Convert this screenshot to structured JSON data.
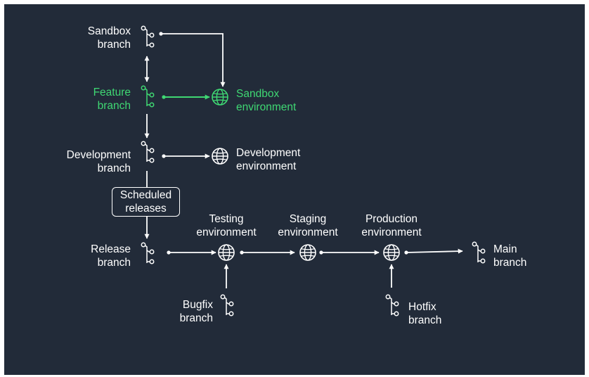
{
  "colors": {
    "background": "#222b39",
    "line": "#ffffff",
    "highlight": "#3fd873"
  },
  "icons": {
    "branch": "git-branch-icon",
    "environment": "globe-icon"
  },
  "branches": {
    "sandbox": [
      "Sandbox",
      "branch"
    ],
    "feature": [
      "Feature",
      "branch"
    ],
    "development": [
      "Development",
      "branch"
    ],
    "release": [
      "Release",
      "branch"
    ],
    "bugfix": [
      "Bugfix",
      "branch"
    ],
    "hotfix": [
      "Hotfix",
      "branch"
    ],
    "main": [
      "Main",
      "branch"
    ]
  },
  "environments": {
    "sandbox": [
      "Sandbox",
      "environment"
    ],
    "development": [
      "Development",
      "environment"
    ],
    "testing": [
      "Testing",
      "environment"
    ],
    "staging": [
      "Staging",
      "environment"
    ],
    "production": [
      "Production",
      "environment"
    ]
  },
  "scheduled_releases": [
    "Scheduled",
    "releases"
  ],
  "flows": [
    {
      "from": "Sandbox branch",
      "to": "Sandbox environment"
    },
    {
      "from": "Sandbox branch",
      "to": "Feature branch",
      "bidirectional": true
    },
    {
      "from": "Feature branch",
      "to": "Sandbox environment",
      "highlighted": true
    },
    {
      "from": "Feature branch",
      "to": "Development branch"
    },
    {
      "from": "Development branch",
      "to": "Development environment"
    },
    {
      "from": "Development branch",
      "to": "Release branch",
      "via": "Scheduled releases"
    },
    {
      "from": "Release branch",
      "to": "Testing environment"
    },
    {
      "from": "Bugfix branch",
      "to": "Testing environment"
    },
    {
      "from": "Testing environment",
      "to": "Staging environment"
    },
    {
      "from": "Staging environment",
      "to": "Production environment"
    },
    {
      "from": "Hotfix branch",
      "to": "Production environment"
    },
    {
      "from": "Production environment",
      "to": "Main branch"
    }
  ]
}
